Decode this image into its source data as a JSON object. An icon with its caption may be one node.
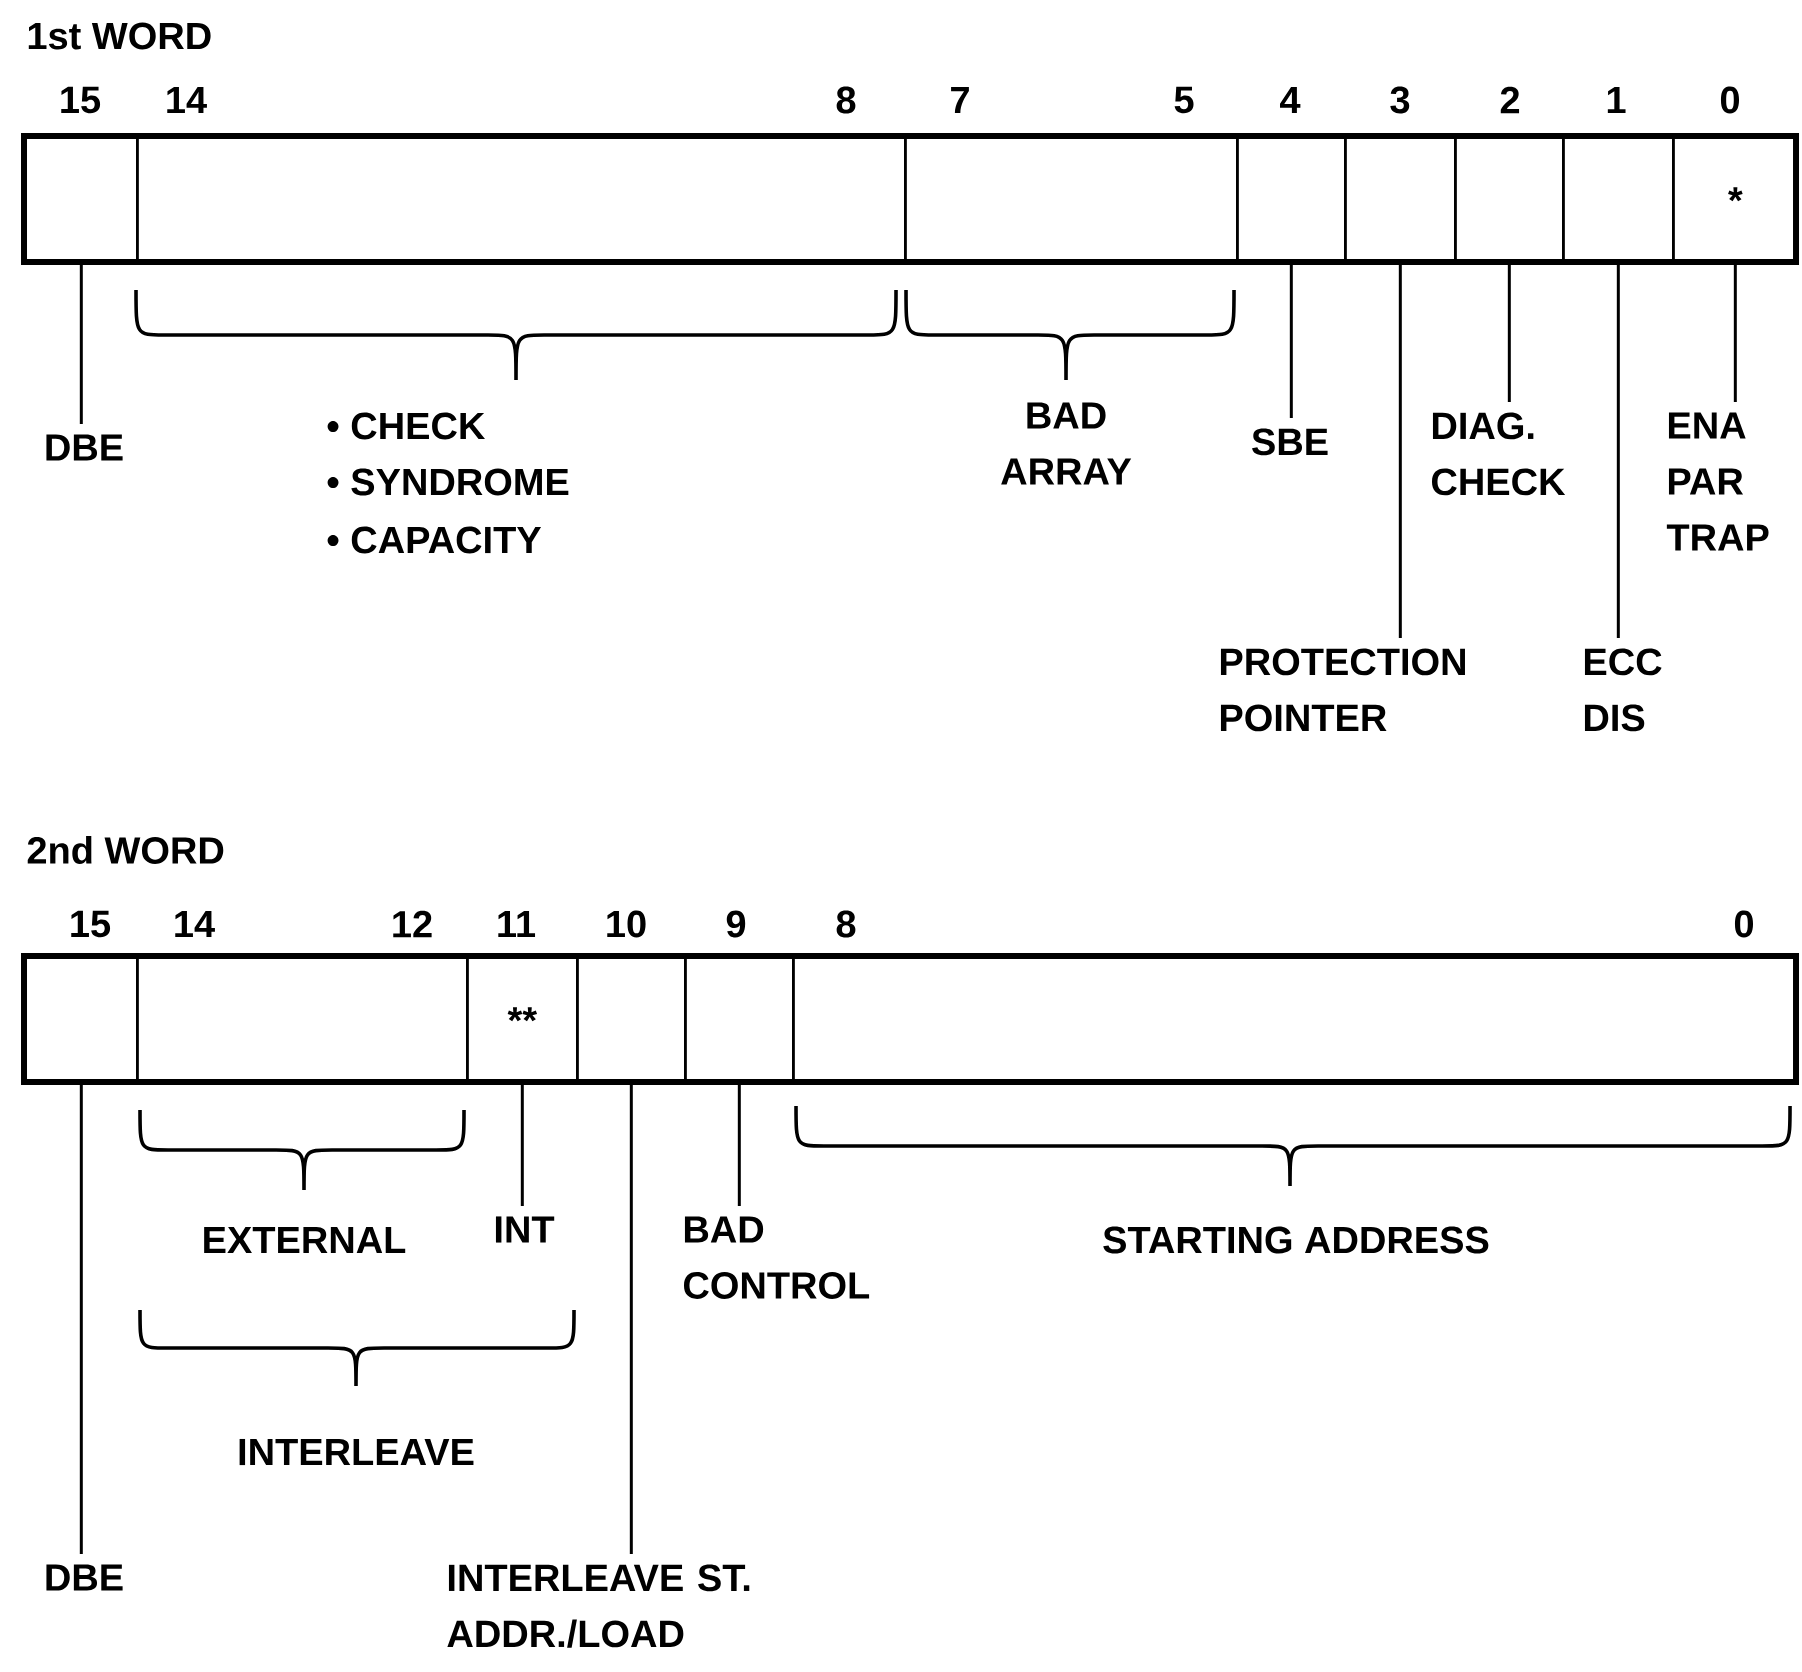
{
  "diagram": {
    "nodes": [
      {
        "text": [],
        "shape": "box"
      },
      {
        "text": [],
        "shape": "box"
      },
      {
        "text": [],
        "shape": "box"
      },
      {
        "text": [],
        "shape": "box"
      },
      {
        "text": [],
        "shape": "box"
      },
      {
        "text": [],
        "shape": "box"
      },
      {
        "text": [],
        "shape": "box"
      },
      {
        "text": [
          "*"
        ]
      },
      {
        "text": [
          "DBE"
        ]
      },
      {
        "text": [
          "SBE"
        ]
      },
      {
        "text": [
          "PROTECTION POINTER"
        ]
      },
      {
        "text": [
          "DIAG. CHECK"
        ]
      },
      {
        "text": [
          "ECC DIS"
        ]
      },
      {
        "text": [
          "ENA PAR TRAP"
        ]
      },
      {
        "text": [],
        "shape": "box"
      },
      {
        "text": [],
        "shape": "box"
      },
      {
        "text": [
          "**"
        ]
      },
      {
        "text": [],
        "shape": "box"
      },
      {
        "text": [],
        "shape": "box"
      },
      {
        "text": [],
        "shape": "box"
      },
      {
        "text": [
          "DBE"
        ]
      },
      {
        "text": [
          "INT"
        ]
      },
      {
        "text": [
          "INTERLEAVE ST. ADDR./LOAD"
        ]
      },
      {
        "text": [
          "BAD CONTROL"
        ]
      }
    ],
    "edges": [
      {
        "from": 8,
        "to": 0,
        "arrow": "none"
      },
      {
        "from": 9,
        "to": 3,
        "arrow": "none"
      },
      {
        "from": 10,
        "to": 4,
        "arrow": "none"
      },
      {
        "from": 11,
        "to": 5,
        "arrow": "none"
      },
      {
        "from": 12,
        "to": 6,
        "arrow": "none"
      },
      {
        "from": 13,
        "to": 7,
        "arrow": "none"
      },
      {
        "from": 20,
        "to": 14,
        "arrow": "none"
      },
      {
        "from": 21,
        "to": 16,
        "arrow": "none"
      },
      {
        "from": 22,
        "to": 17,
        "arrow": "none"
      },
      {
        "from": 23,
        "to": 18,
        "arrow": "none"
      }
    ],
    "labels": [
      "1st WORD",
      "15",
      "14",
      "8",
      "7",
      "5",
      "4",
      "3",
      "2",
      "1",
      "0",
      "• CHECK",
      "• SYNDROME",
      "• CAPACITY",
      "BAD ARRAY",
      "2nd WORD",
      "15",
      "14",
      "12",
      "11",
      "10",
      "9",
      "8",
      "0",
      "EXTERNAL",
      "INTERLEAVE",
      "STARTING ADDRESS"
    ]
  }
}
